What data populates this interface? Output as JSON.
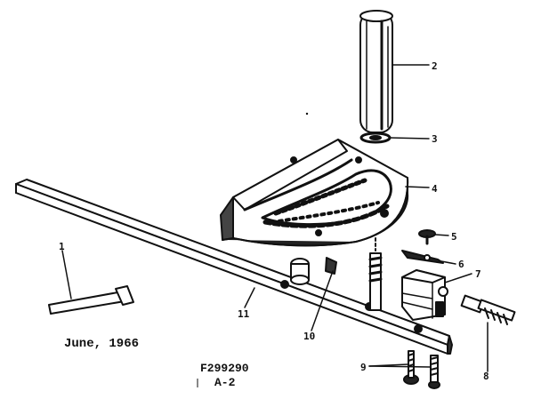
{
  "diagram": {
    "date_caption": "June, 1966",
    "drawing_number": "F299290",
    "sheet_number": "A-2",
    "colors": {
      "ink": "#111111",
      "paper": "#ffffff"
    },
    "parts": [
      {
        "id": "1",
        "label": "1",
        "name": "hex-key-wrench"
      },
      {
        "id": "2",
        "label": "2",
        "name": "handle"
      },
      {
        "id": "3",
        "label": "3",
        "name": "washer"
      },
      {
        "id": "4",
        "label": "4",
        "name": "miter-gauge-body"
      },
      {
        "id": "5",
        "label": "5",
        "name": "screw"
      },
      {
        "id": "6",
        "label": "6",
        "name": "pointer"
      },
      {
        "id": "7",
        "label": "7",
        "name": "stop-block"
      },
      {
        "id": "8",
        "label": "8",
        "name": "thumb-screw"
      },
      {
        "id": "9",
        "label": "9",
        "name": "screws"
      },
      {
        "id": "10",
        "label": "10",
        "name": "stop-link"
      },
      {
        "id": "11",
        "label": "11",
        "name": "miter-bar"
      }
    ]
  }
}
